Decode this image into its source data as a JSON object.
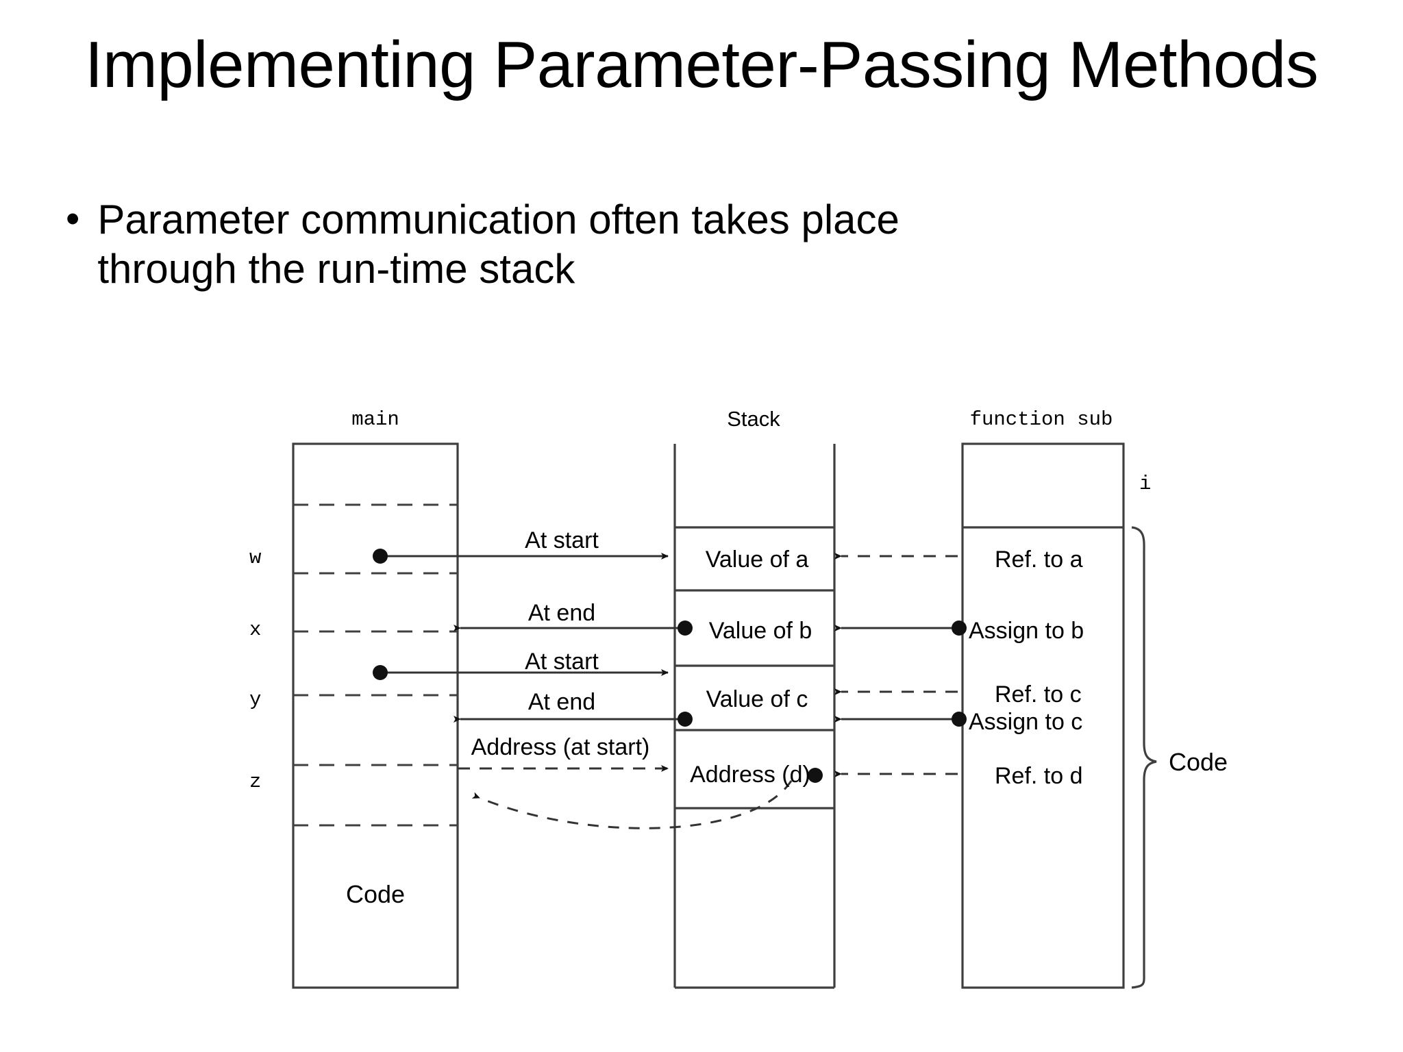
{
  "slide": {
    "title": "Implementing Parameter-Passing Methods",
    "bullet_marker": "•",
    "bullet": "Parameter communication often takes place through the run-time stack"
  },
  "figure": {
    "columns": [
      {
        "header": "main",
        "header_font": "mono"
      },
      {
        "header": "Stack",
        "header_font": "sans"
      },
      {
        "header": "function sub",
        "header_font": "mono"
      }
    ],
    "main_variables": [
      "w",
      "x",
      "y",
      "z"
    ],
    "main_code_label": "Code",
    "stack_cells": [
      "Value of a",
      "Value of b",
      "Value of c",
      "Address (d)"
    ],
    "sub_items": [
      "Ref. to a",
      "Assign to b",
      "Ref. to c",
      "Assign to c",
      "Ref. to d"
    ],
    "sub_local_label": "i",
    "sub_brace_label": "Code",
    "edge_labels": [
      "At start",
      "At end",
      "At start",
      "At end",
      "Address (at start)"
    ]
  },
  "colors": {
    "ink": "#000000",
    "rule": "#3f3f3f",
    "background": "#ffffff"
  }
}
